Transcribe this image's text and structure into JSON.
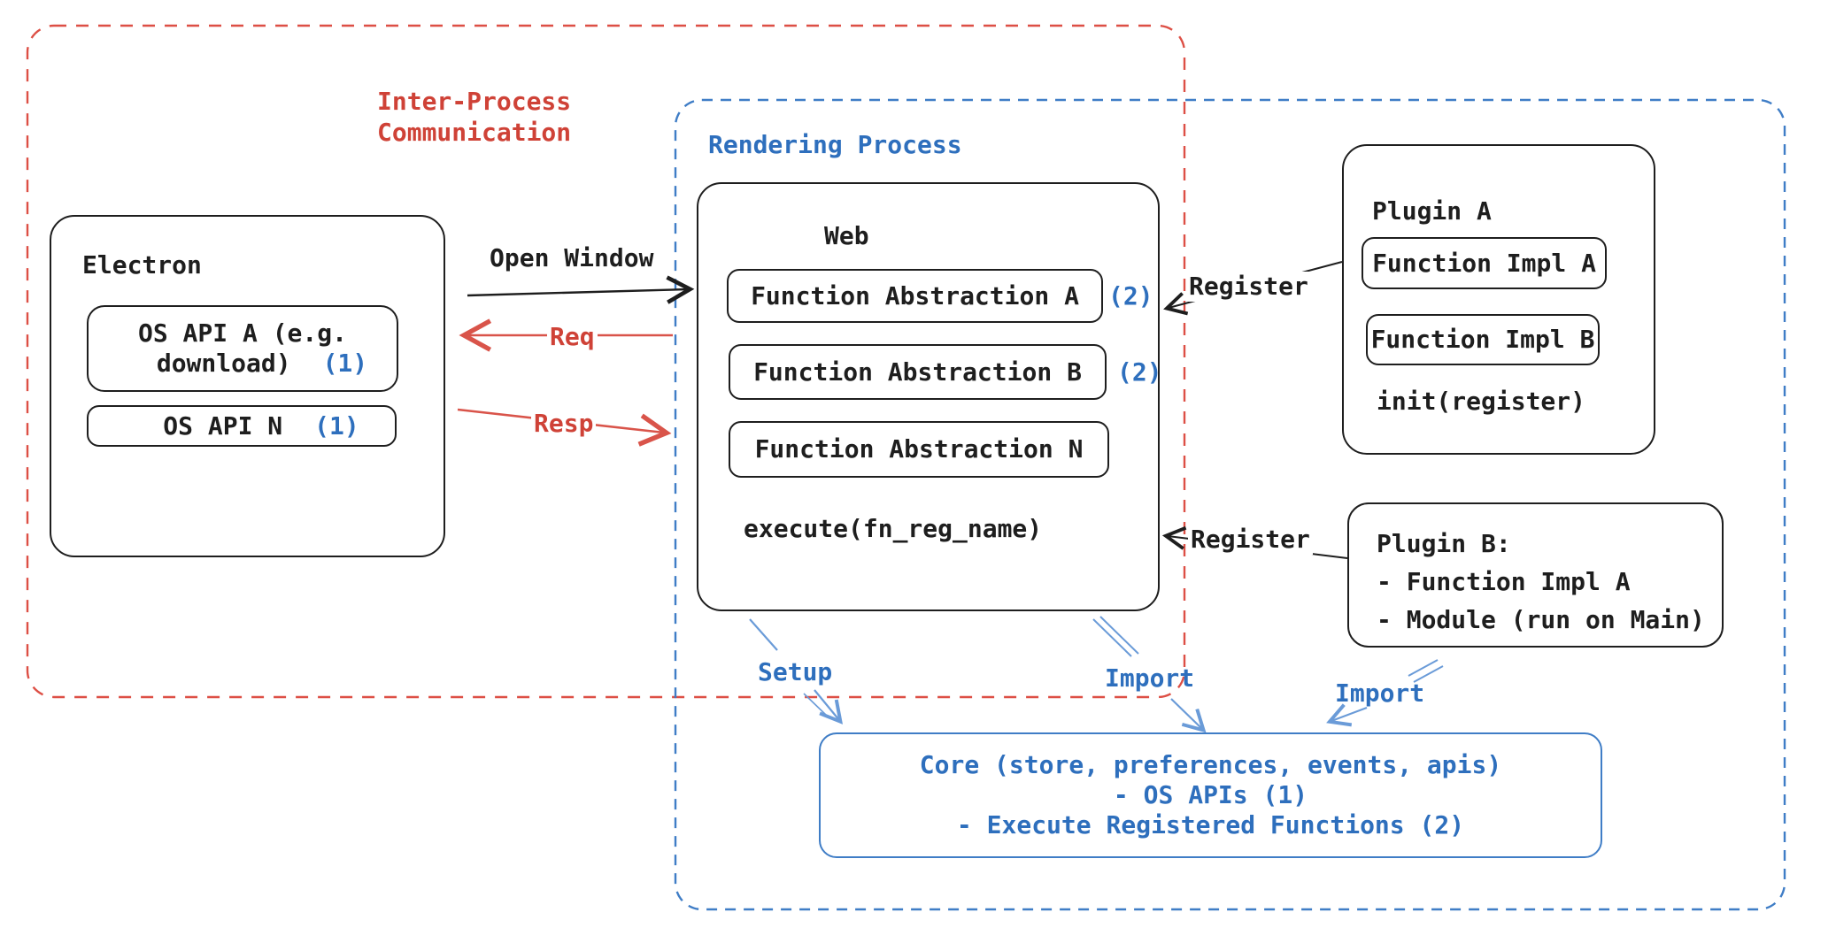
{
  "ipc_region": {
    "title_line1": "Inter-Process",
    "title_line2": "Communication"
  },
  "rendering_region": {
    "title": "Rendering Process"
  },
  "electron": {
    "title": "Electron",
    "os_api_a_line1": "OS API A (e.g.",
    "os_api_a_line2": "download)",
    "os_api_a_badge": "(1)",
    "os_api_n_label": "OS API N",
    "os_api_n_badge": "(1)"
  },
  "flows": {
    "open_window": "Open Window",
    "req": "Req",
    "resp": "Resp",
    "register_top": "Register",
    "register_bottom": "Register",
    "setup": "Setup",
    "import_mid": "Import",
    "import_right": "Import"
  },
  "web": {
    "title": "Web",
    "fa_a": "Function Abstraction A",
    "fa_a_badge": "(2)",
    "fa_b": "Function Abstraction B",
    "fa_b_badge": "(2)",
    "fa_n": "Function Abstraction N",
    "execute": "execute(fn_reg_name)"
  },
  "plugin_a": {
    "title": "Plugin A",
    "impl_a": "Function Impl A",
    "impl_b": "Function Impl B",
    "init": "init(register)"
  },
  "plugin_b": {
    "line1": "Plugin B:",
    "line2": "- Function Impl A",
    "line3": "- Module (run on Main)"
  },
  "core": {
    "line1": "Core (store, preferences, events, apis)",
    "line2": "- OS APIs (1)",
    "line3": "- Execute Registered Functions (2)"
  },
  "colors": {
    "ink": "#1e1e1e",
    "red_text": "#cf4237",
    "red_dash": "#dd4f45",
    "red_arrow": "#d9544a",
    "blue_text": "#2e6fbd",
    "blue_dash": "#3f7dc6",
    "blue_arrow": "#6a9bd8"
  }
}
